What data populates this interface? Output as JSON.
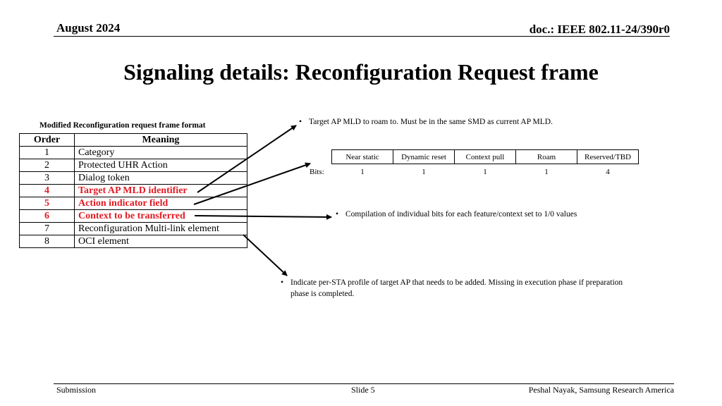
{
  "header": {
    "date": "August 2024",
    "doc": "doc.: IEEE 802.11-24/390r0"
  },
  "title": "Signaling details: Reconfiguration Request frame",
  "table": {
    "caption": "Modified Reconfiguration request frame format",
    "headers": {
      "order": "Order",
      "meaning": "Meaning"
    },
    "rows": [
      {
        "order": "1",
        "meaning": "Category"
      },
      {
        "order": "2",
        "meaning": "Protected UHR Action"
      },
      {
        "order": "3",
        "meaning": "Dialog token"
      },
      {
        "order": "4",
        "meaning": "Target AP MLD identifier"
      },
      {
        "order": "5",
        "meaning": "Action indicator field"
      },
      {
        "order": "6",
        "meaning": "Context to be transferred"
      },
      {
        "order": "7",
        "meaning": "Reconfiguration Multi-link element"
      },
      {
        "order": "8",
        "meaning": "OCI element"
      }
    ],
    "highlight_color": "#e31b23"
  },
  "bullets": {
    "target_ap": "Target AP MLD to roam to. Must be in the same SMD as current AP MLD.",
    "compilation": "Compilation of individual bits for each feature/context set to 1/0 values",
    "indicate_line1": "Indicate per-STA profile of target AP that needs to be added. Missing in execution phase if preparation",
    "indicate_line2": "phase is completed."
  },
  "bit_fields": {
    "fields": [
      "Near  static",
      "Dynamic reset",
      "Context pull",
      "Roam",
      "Reserved/TBD"
    ],
    "bits_label": "Bits:",
    "bits": [
      "1",
      "1",
      "1",
      "1",
      "4"
    ]
  },
  "footer": {
    "left": "Submission",
    "center": "Slide 5",
    "right": "Peshal Nayak, Samsung Research America"
  }
}
